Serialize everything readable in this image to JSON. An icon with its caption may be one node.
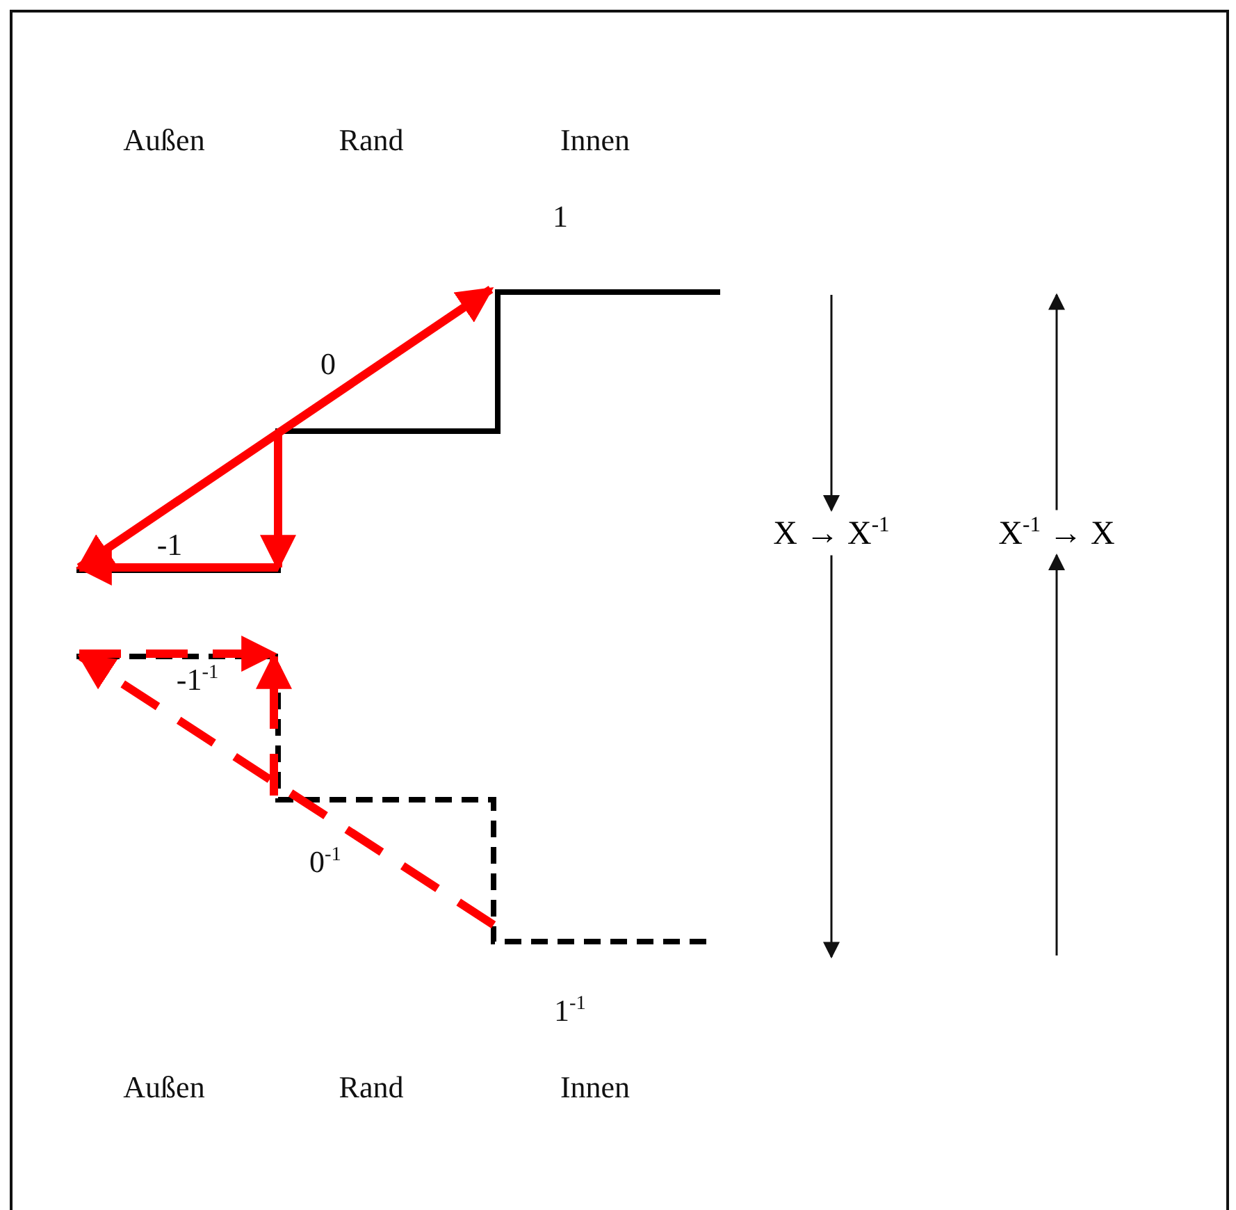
{
  "diagram": {
    "nodes": [
      {
        "text": [
          "X → X$^{-1}$"
        ]
      },
      {
        "text": [
          "X$^{-1}$ → X"
        ]
      }
    ],
    "edges": [
      {
        "from": null,
        "to": 0,
        "arrow": "to"
      },
      {
        "from": 0,
        "to": null,
        "arrow": "to"
      },
      {
        "from": null,
        "to": 1,
        "arrow": "to"
      },
      {
        "from": 1,
        "to": null,
        "arrow": "to"
      }
    ],
    "labels": [
      "Außen",
      "Rand",
      "Innen",
      "1",
      "0",
      "-1",
      "-1$^{-1}$",
      "0$^{-1}$",
      "1$^{-1}$",
      "Außen",
      "Rand",
      "Innen"
    ]
  }
}
